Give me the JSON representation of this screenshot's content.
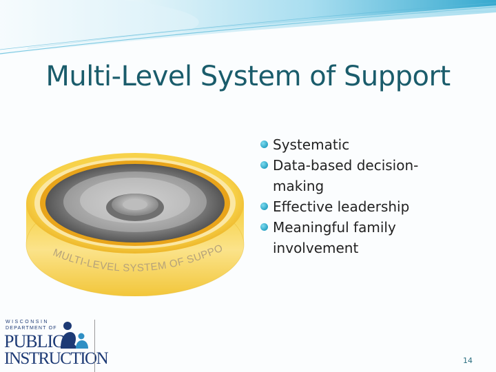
{
  "slide": {
    "title": "Multi-Level System of Support",
    "image_caption": "MULTI-LEVEL SYSTEM OF SUPPORT",
    "bullets": [
      "Systematic",
      "Data-based decision-making",
      "Effective leadership",
      "Meaningful family involvement"
    ],
    "page_number": "14"
  },
  "logo": {
    "line1": "WISCONSIN",
    "line2": "DEPARTMENT OF",
    "line3": "PUBLIC",
    "line4": "INSTRUCTION"
  },
  "colors": {
    "title": "#1a5c6b",
    "bullet": "#2aa3c4",
    "ring_gold": "#f3c21c",
    "logo_blue": "#1d3a75"
  }
}
